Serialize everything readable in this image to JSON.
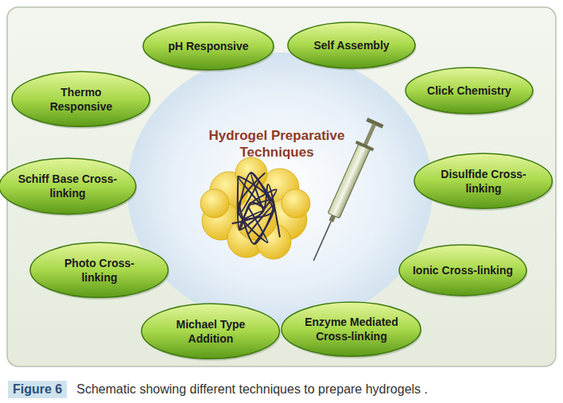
{
  "diagram": {
    "title": "Hydrogel Preparative Techniques",
    "caption": "Schematic showing different techniques to prepare hydrogels .",
    "nodes": [
      {
        "text": [
          "pH Responsive"
        ]
      },
      {
        "text": [
          "Self Assembly"
        ]
      },
      {
        "text": [
          "Thermo Responsive"
        ]
      },
      {
        "text": [
          "Click Chemistry"
        ]
      },
      {
        "text": [
          "Schiff Base Cross-linking"
        ]
      },
      {
        "text": [
          "Disulfide Cross-linking"
        ]
      },
      {
        "text": [
          "Photo Cross-linking"
        ]
      },
      {
        "text": [
          "Ionic Cross-linking"
        ]
      },
      {
        "text": [
          "Michael Type Addition"
        ]
      },
      {
        "text": [
          "Enzyme Mediated Cross-linking"
        ]
      }
    ],
    "labels": [
      "Figure 6"
    ]
  }
}
